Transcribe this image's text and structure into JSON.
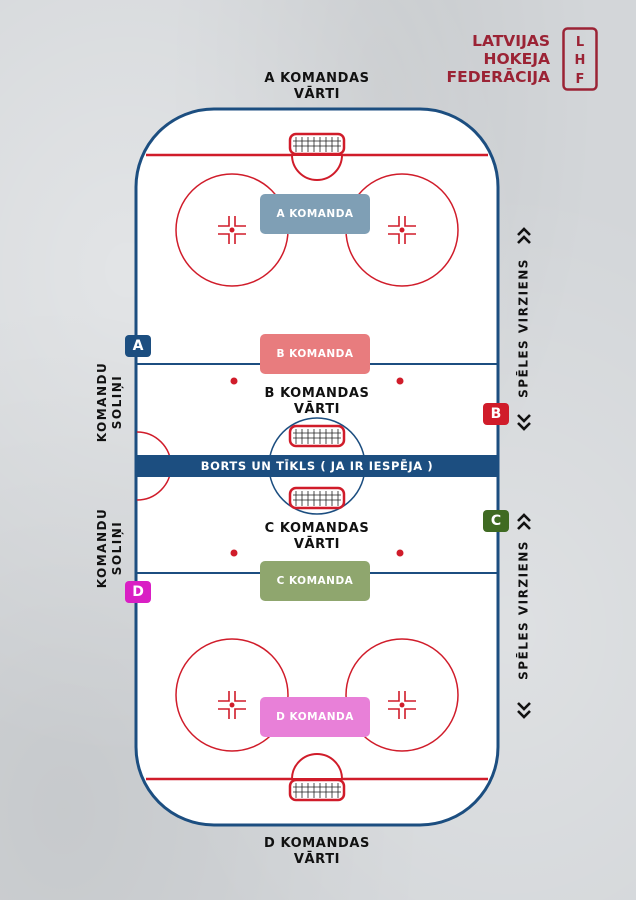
{
  "logo": {
    "lines": [
      "LATVIJAS",
      "HOKEJA",
      "FEDERĀCIJA"
    ],
    "mark_letters": [
      "L",
      "H",
      "F"
    ]
  },
  "goals": {
    "a": [
      "A KOMANDAS",
      "VĀRTI"
    ],
    "b": [
      "B KOMANDAS",
      "VĀRTI"
    ],
    "c": [
      "C KOMANDAS",
      "VĀRTI"
    ],
    "d": [
      "D KOMANDAS",
      "VĀRTI"
    ]
  },
  "teams": {
    "a": "A KOMANDA",
    "b": "B KOMANDA",
    "c": "C KOMANDA",
    "d": "D KOMANDA"
  },
  "divider": "BORTS UN TĪKLS ( JA IR IESPĒJA )",
  "benches": {
    "a": "A",
    "b": "B",
    "c": "C",
    "d": "D",
    "label": [
      "KOMANDU",
      "SOLIŅI"
    ]
  },
  "direction": "SPĒLES VIRZIENS",
  "colors": {
    "brand": "#9b2335",
    "rink_border": "#1c4e80",
    "red_line": "#d01c2a",
    "team_a": "#7f9fb5",
    "team_b": "#e87c7e",
    "team_c": "#8fa66e",
    "team_d": "#e880d8",
    "bench_a": "#1c4e80",
    "bench_b": "#d01c2a",
    "bench_c": "#3f6a22",
    "bench_d": "#d91fc4"
  }
}
